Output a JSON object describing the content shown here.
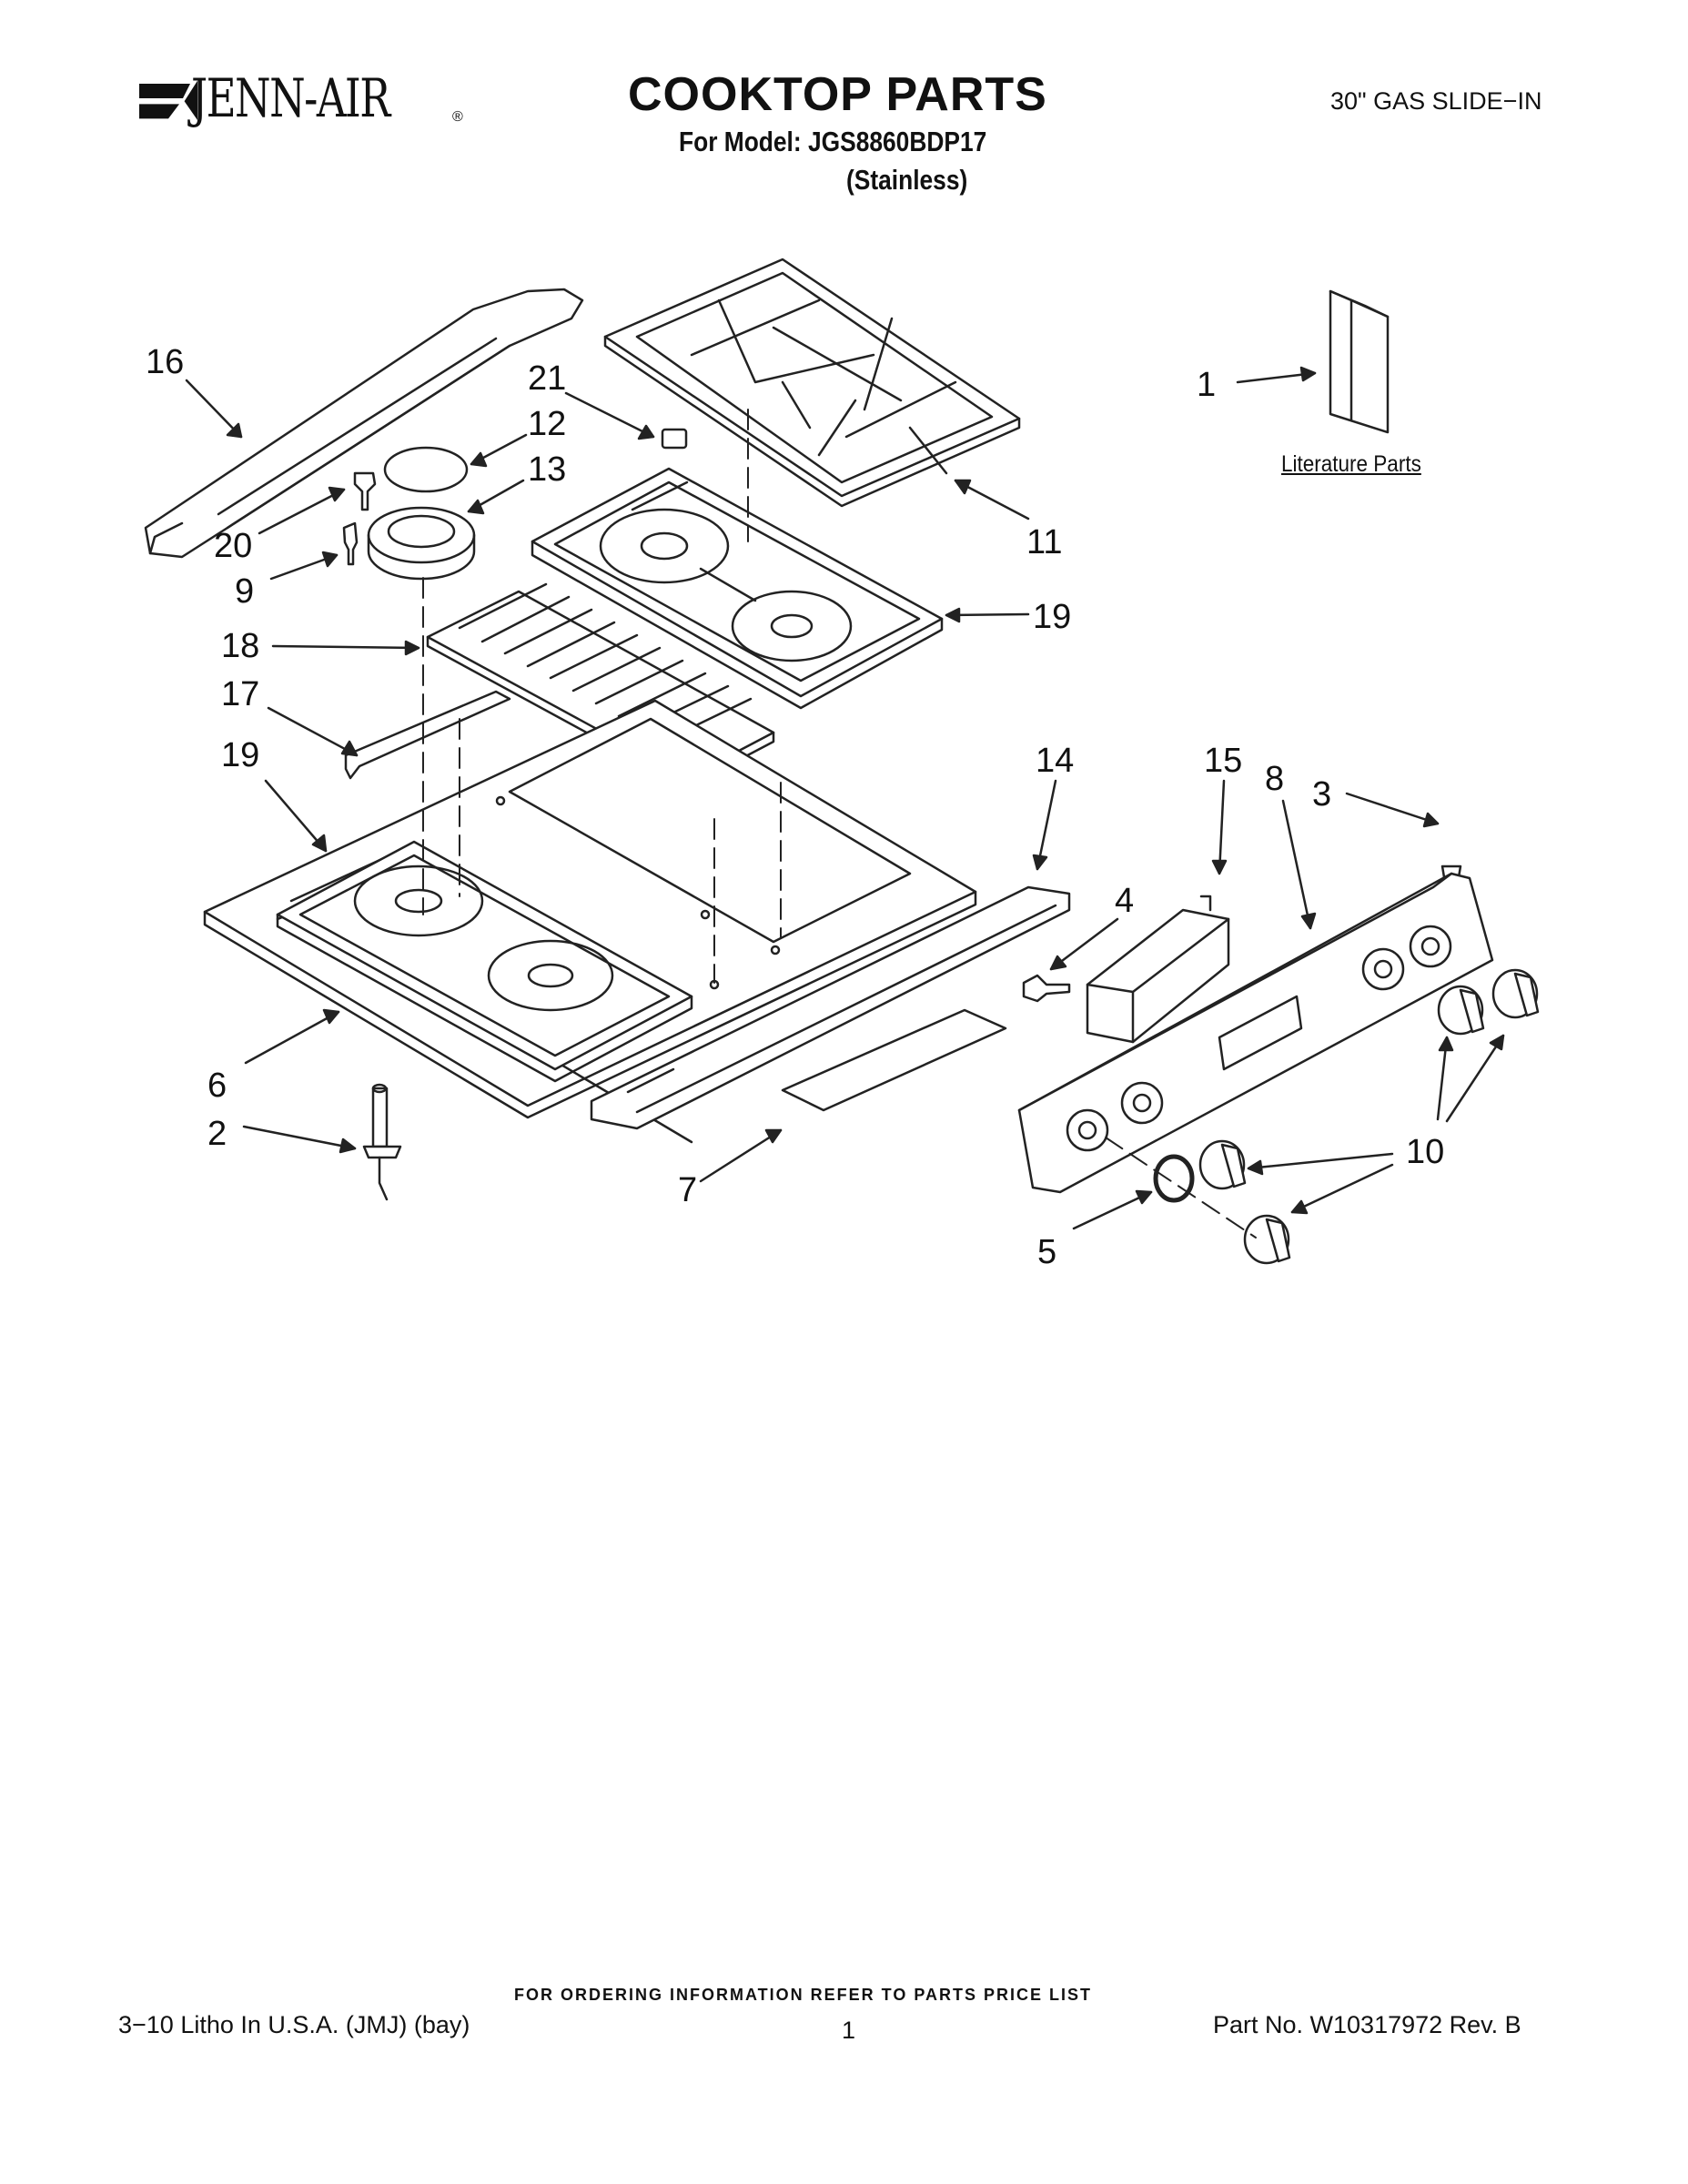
{
  "header": {
    "brand": "JENN-AIR",
    "brand_mark": "®",
    "title": "COOKTOP PARTS",
    "model_line": "For Model: JGS8860BDP17",
    "finish": "(Stainless)",
    "product": "30\" GAS SLIDE−IN"
  },
  "literature": {
    "label": "Literature Parts"
  },
  "callouts": [
    "16",
    "21",
    "12",
    "13",
    "20",
    "9",
    "18",
    "17",
    "19",
    "11",
    "19",
    "1",
    "14",
    "15",
    "8",
    "3",
    "4",
    "6",
    "2",
    "7",
    "10",
    "5"
  ],
  "footer": {
    "ordering": "FOR ORDERING INFORMATION REFER TO PARTS PRICE LIST",
    "litho": "3−10 Litho In U.S.A. (JMJ) (bay)",
    "page": "1",
    "part_no": "Part No. W10317972 Rev. B"
  }
}
